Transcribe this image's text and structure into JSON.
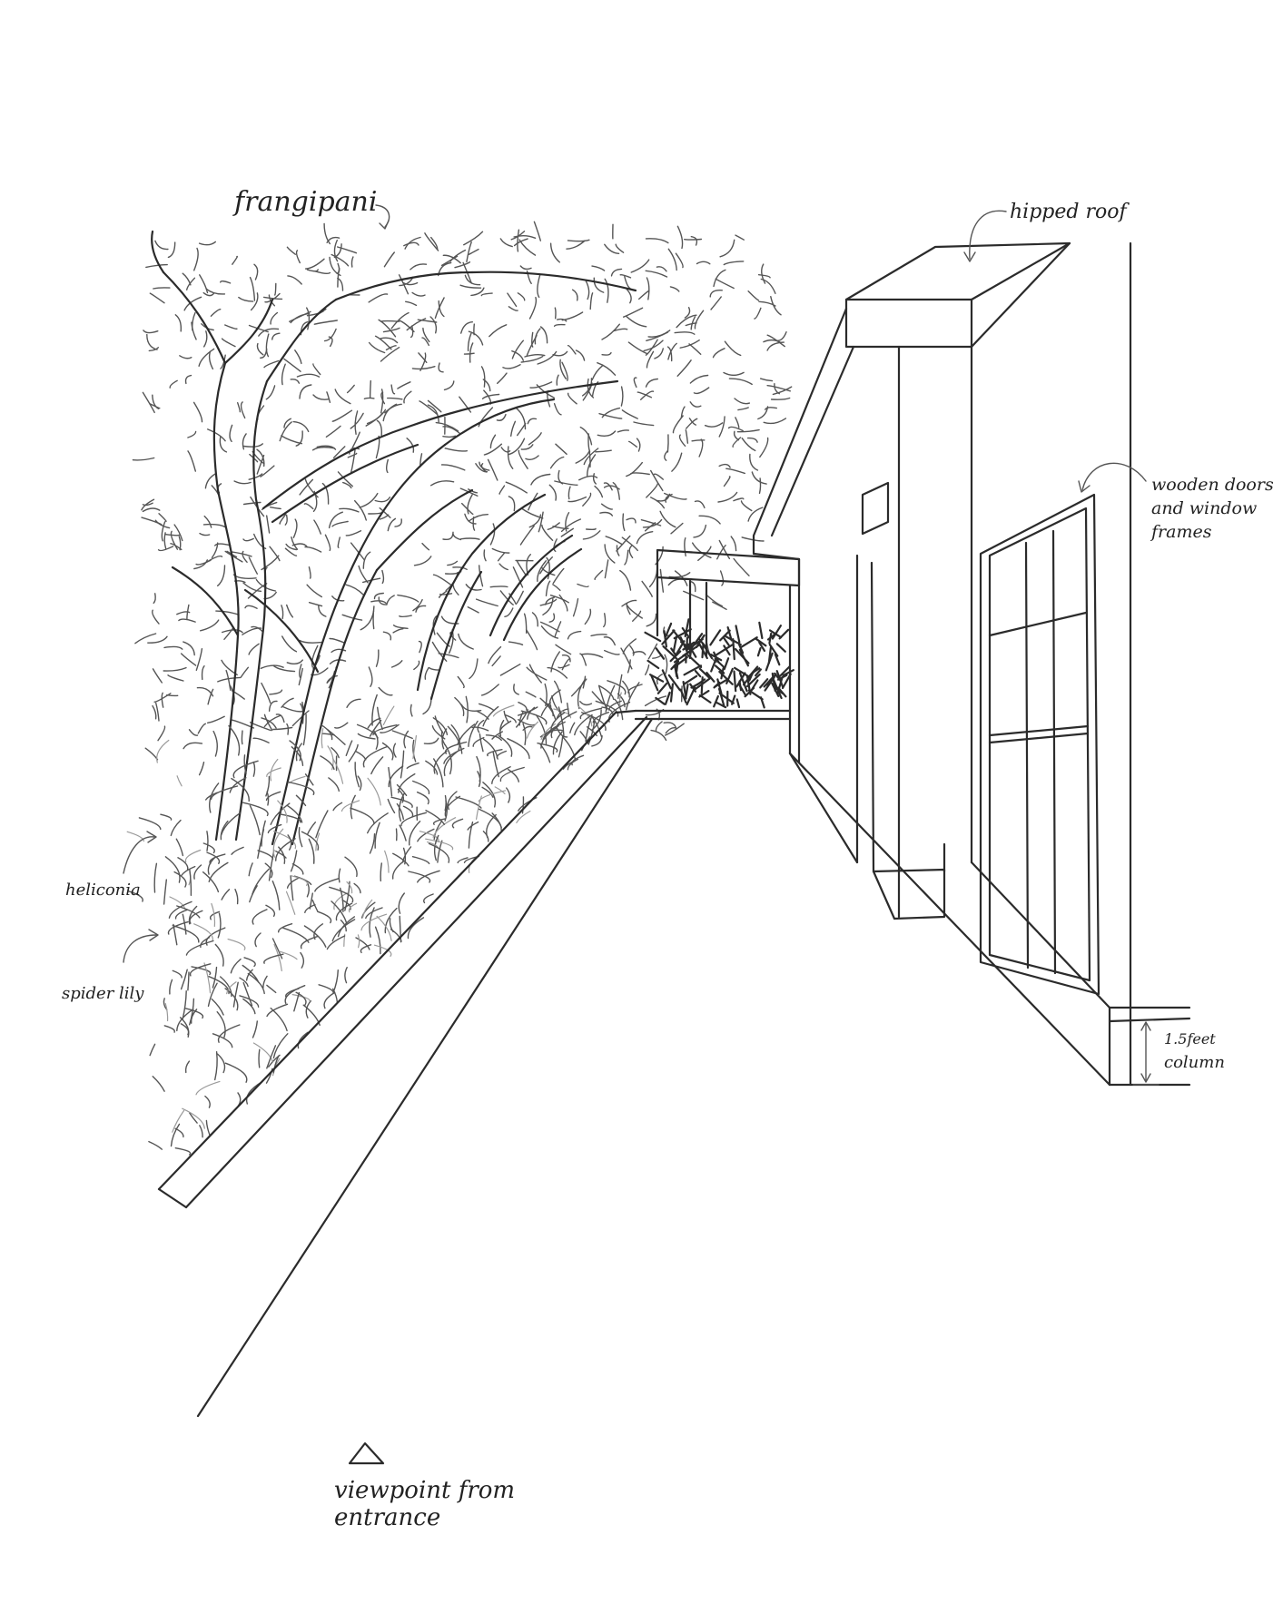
{
  "labels": {
    "frangipani": "frangipani",
    "hipped_roof": "hipped roof",
    "wooden_line1": "wooden doors",
    "wooden_line2": "and window",
    "wooden_line3": "frames",
    "heliconia": "heliconia",
    "spider_lily": "spider lily",
    "column_line1": "1.5feet",
    "column_line2": "column",
    "viewpoint_line1": "viewpoint from",
    "viewpoint_line2": "entrance"
  },
  "icons": {
    "viewpoint": "triangle-icon"
  },
  "colors": {
    "pencil": "#2b2b2b",
    "paper": "#ffffff"
  }
}
